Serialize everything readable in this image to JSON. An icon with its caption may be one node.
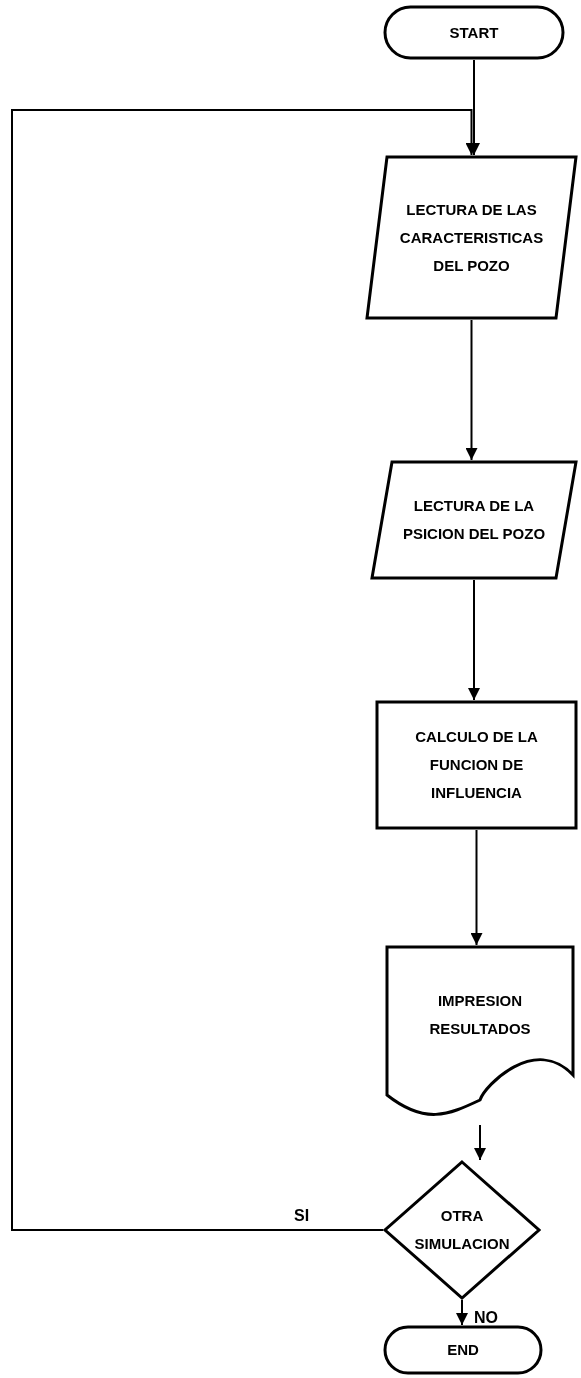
{
  "diagram": {
    "nodes": [
      {
        "text": [
          "START"
        ]
      },
      {
        "text": [
          "LECTURA DE LAS CARACTERISTICAS DEL POZO"
        ]
      },
      {
        "text": [
          "LECTURA DE LA PSICION DEL POZO"
        ]
      },
      {
        "text": [
          "CALCULO DE LA FUNCION DE INFLUENCIA"
        ]
      },
      {
        "text": [
          "IMPRESION RESULTADOS"
        ]
      },
      {
        "text": [
          "OTRA SIMULACION"
        ]
      },
      {
        "text": [
          "END"
        ]
      }
    ],
    "edges": [
      {
        "from": 0,
        "to": 1,
        "arrow": "to"
      },
      {
        "from": 1,
        "to": 2,
        "arrow": "to"
      },
      {
        "from": 2,
        "to": 3,
        "arrow": "to"
      },
      {
        "from": 3,
        "to": 4,
        "arrow": "to"
      },
      {
        "from": 4,
        "to": 5,
        "arrow": "to"
      },
      {
        "from": 5,
        "to": 1,
        "arrow": "to",
        "label": "SI"
      },
      {
        "from": 5,
        "to": 6,
        "arrow": "to",
        "label": "NO"
      }
    ]
  }
}
